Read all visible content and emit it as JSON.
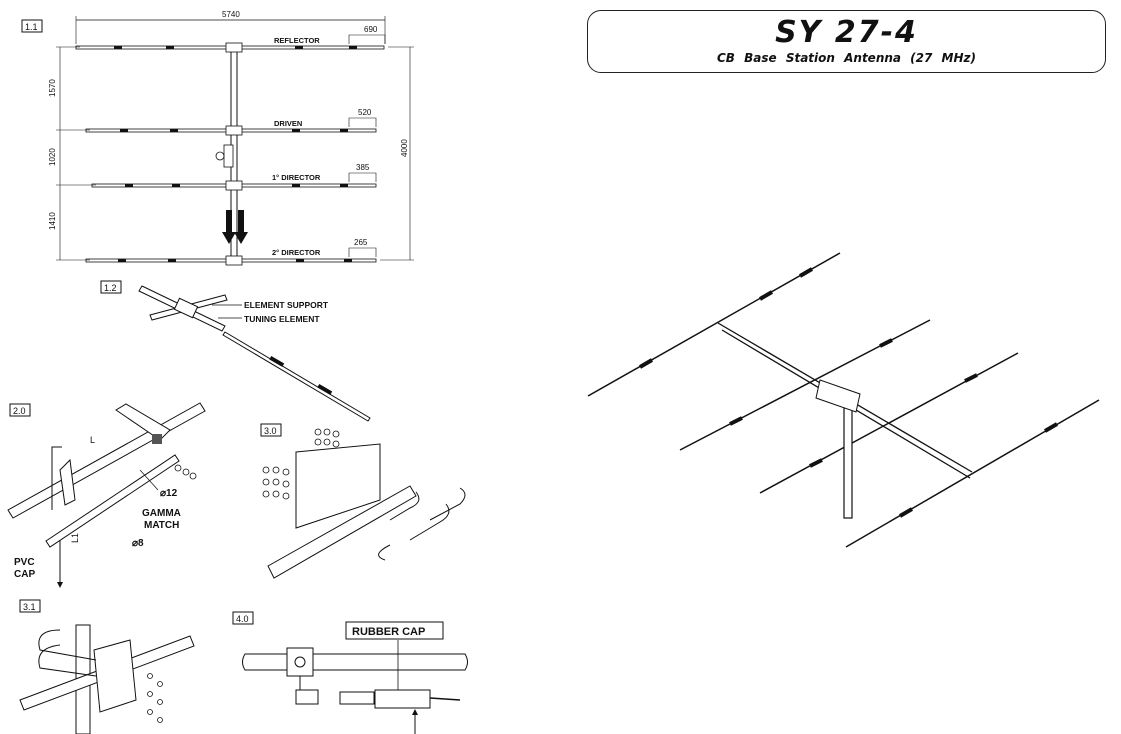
{
  "title": {
    "model": "SY 27-4",
    "subtitle": "CB   Base Station Antenna (27 MHz)"
  },
  "figures": {
    "fig_1_1": {
      "label": "1.1",
      "total_length": "5740",
      "boom_length": "4000",
      "spacings": [
        "1570",
        "1020",
        "1410"
      ],
      "elements": [
        {
          "name": "REFLECTOR",
          "tip": "690"
        },
        {
          "name": "DRIVEN",
          "tip": "520"
        },
        {
          "name": "1° DIRECTOR",
          "tip": "385"
        },
        {
          "name": "2° DIRECTOR",
          "tip": "265"
        }
      ]
    },
    "fig_1_2": {
      "label": "1.2",
      "callouts": [
        "ELEMENT SUPPORT",
        "TUNING ELEMENT"
      ]
    },
    "fig_2_0": {
      "label": "2.0",
      "dim_l": "L",
      "dim_l1": "L1",
      "d12": "⌀12",
      "d8": "⌀8",
      "gamma_line1": "GAMMA",
      "gamma_line2": "MATCH",
      "pvc_line1": "PVC",
      "pvc_line2": "CAP"
    },
    "fig_3_0": {
      "label": "3.0"
    },
    "fig_3_1": {
      "label": "3.1"
    },
    "fig_4_0": {
      "label": "4.0",
      "callout": "RUBBER  CAP"
    }
  }
}
